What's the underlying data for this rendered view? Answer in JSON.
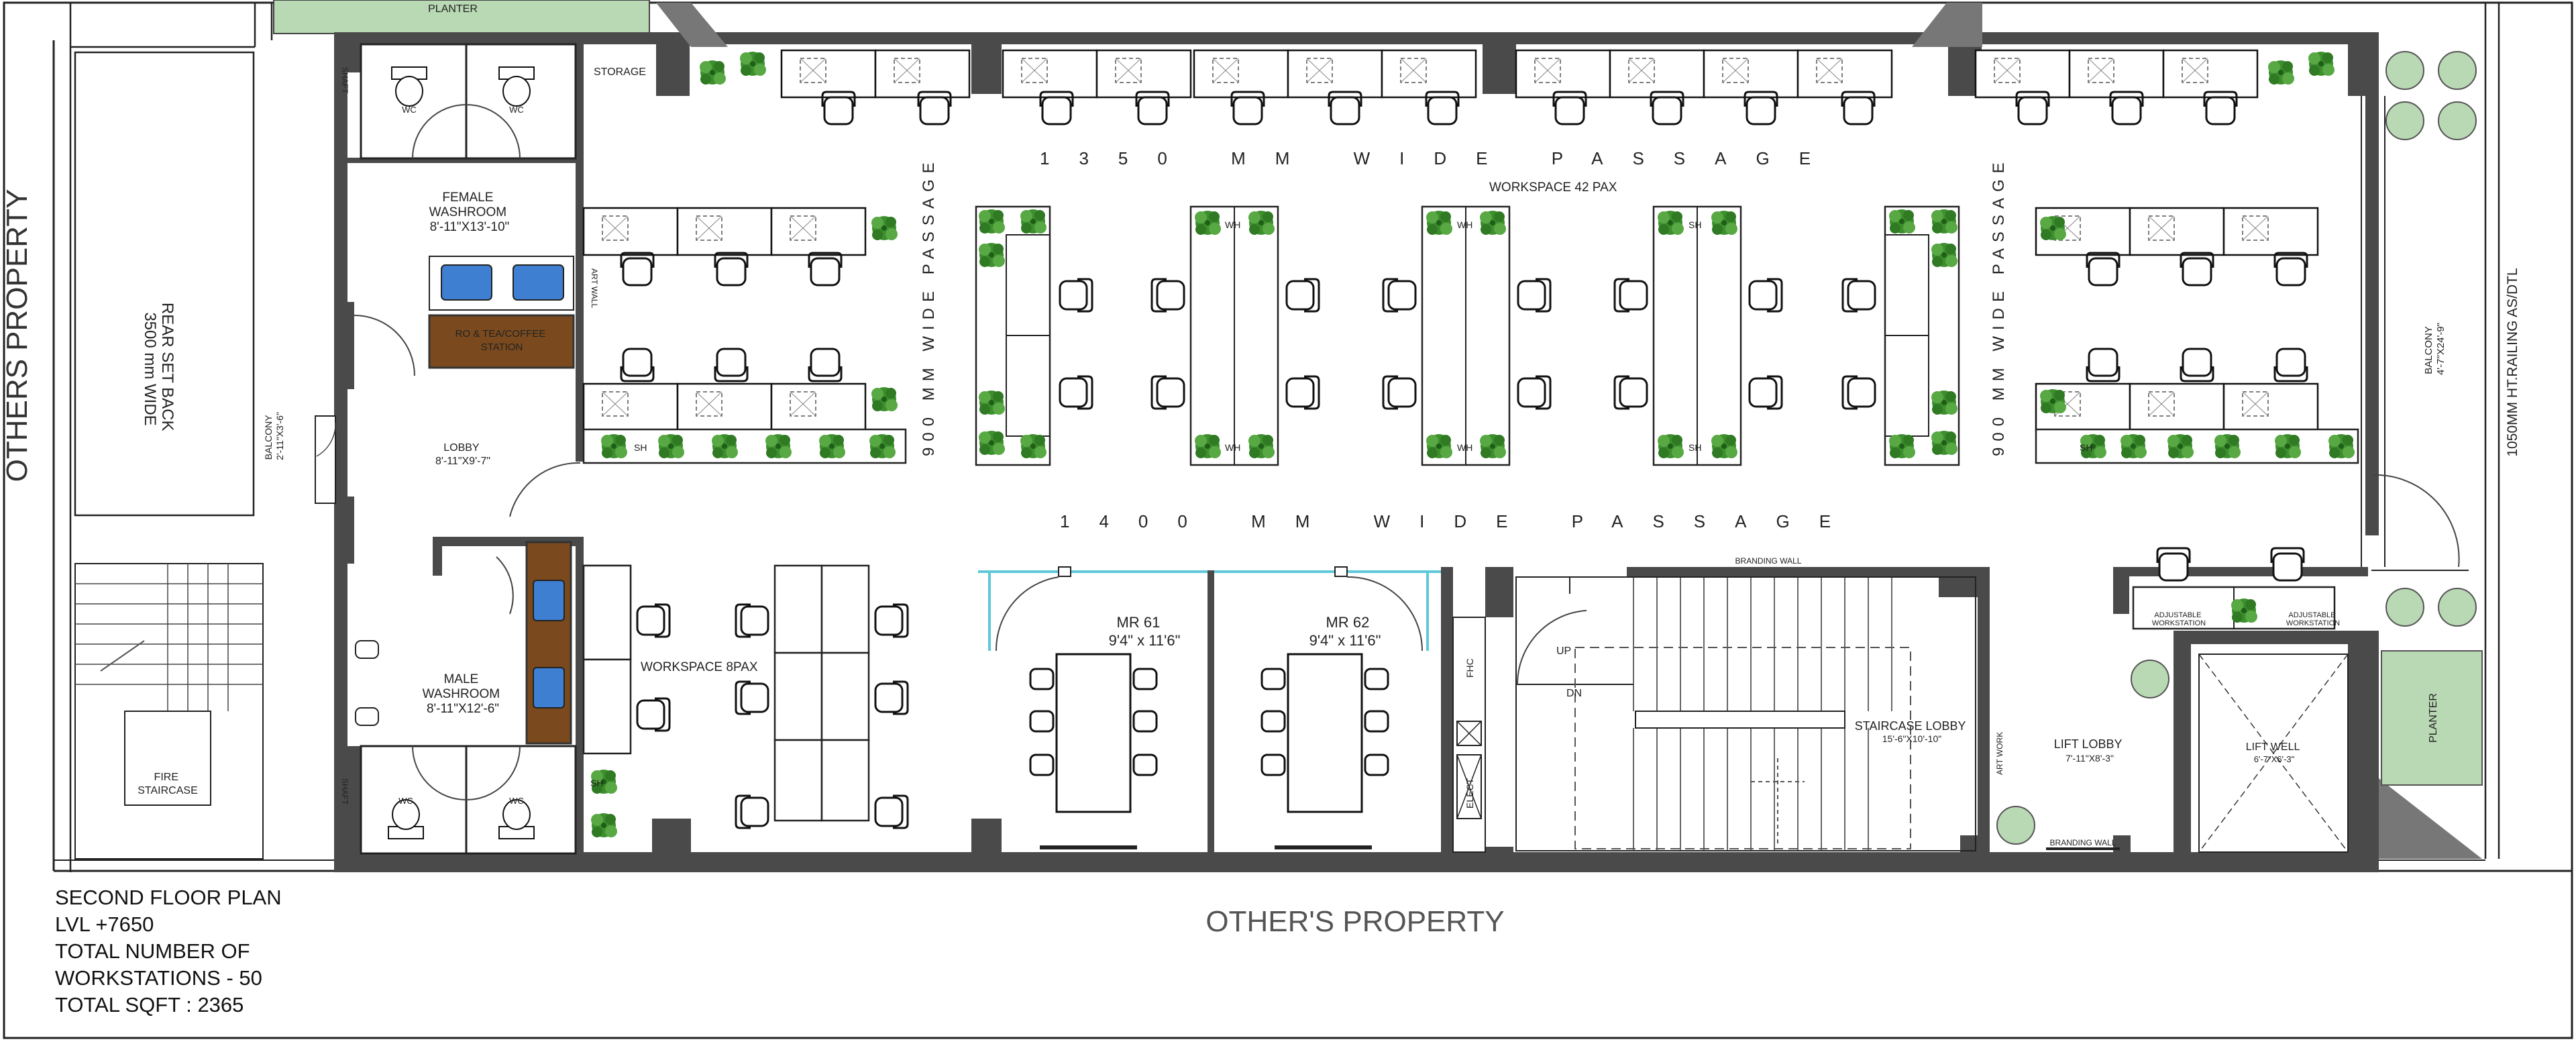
{
  "labels": {
    "others_property_bottom": "OTHER'S PROPERTY",
    "others_property_left": "OTHERS PROPERTY",
    "planter_top": "PLANTER",
    "planter_right": "PLANTER",
    "storage": "STORAGE",
    "wc": "WC",
    "shaft": "SHAFT",
    "female_washroom": "FEMALE",
    "female_washroom_2": "WASHROOM",
    "female_washroom_size": "8'-11\"X13'-10\"",
    "art_wall": "ART WALL",
    "tea_station": "RO & TEA/COFFEE",
    "tea_station_2": "STATION",
    "lobby": "LOBBY",
    "lobby_size": "8'-11\"X9'-7\"",
    "balcony_left": "BALCONY",
    "balcony_left_size": "2'-11\"X3'-6\"",
    "rear_setback": "REAR SET BACK",
    "rear_setback_2": "3500 mm WIDE",
    "male_washroom": "MALE",
    "male_washroom_2": "WASHROOM",
    "male_washroom_size": "8'-11\"X12'-6\"",
    "fire_staircase": "FIRE",
    "fire_staircase_2": "STAIRCASE",
    "passage_1350": "1350 MM WIDE PASSAGE",
    "passage_1400": "1400 MM WIDE PASSAGE",
    "passage_900": "900 MM WIDE PASSAGE",
    "workspace_42": "WORKSPACE 42 PAX",
    "workspace_8": "WORKSPACE 8PAX",
    "wh": "WH",
    "sh": "SH",
    "mr61": "MR 61",
    "mr61_size": "9'4\" x 11'6\"",
    "mr62": "MR 62",
    "mr62_size": "9'4\" x 11'6\"",
    "fhc": "FHC",
    "elect": "ELECT",
    "up": "UP",
    "dn": "DN",
    "branding_wall": "BRANDING WALL",
    "staircase_lobby": "STAIRCASE LOBBY",
    "staircase_lobby_size": "15'-6\"X10'-10\"",
    "art_work": "ART WORK",
    "lift_lobby": "LIFT LOBBY",
    "lift_lobby_size": "7'-11\"X8'-3\"",
    "lift_well": "LIFT WELL",
    "lift_well_size": "6'-7\"X6'-3\"",
    "adjustable": "ADJUSTABLE",
    "workstation": "WORKSTATION",
    "balcony_right": "BALCONY",
    "balcony_right_size": "4'-7\"X24'-9\"",
    "railing": "1050MM HT.RAILING AS/DTL"
  },
  "notes": {
    "line1": "SECOND FLOOR PLAN",
    "line2": "LVL +7650",
    "line3": "TOTAL NUMBER OF",
    "line4": "WORKSTATIONS - 50",
    "line5": "TOTAL SQFT : 2365"
  },
  "colors": {
    "wall": "#4a4a4a",
    "planter": "#b9d8b4",
    "plant": "#3d8f2e",
    "sink": "#3f7fd1",
    "counter": "#7a4a1e",
    "glass": "#5fc8d8"
  }
}
